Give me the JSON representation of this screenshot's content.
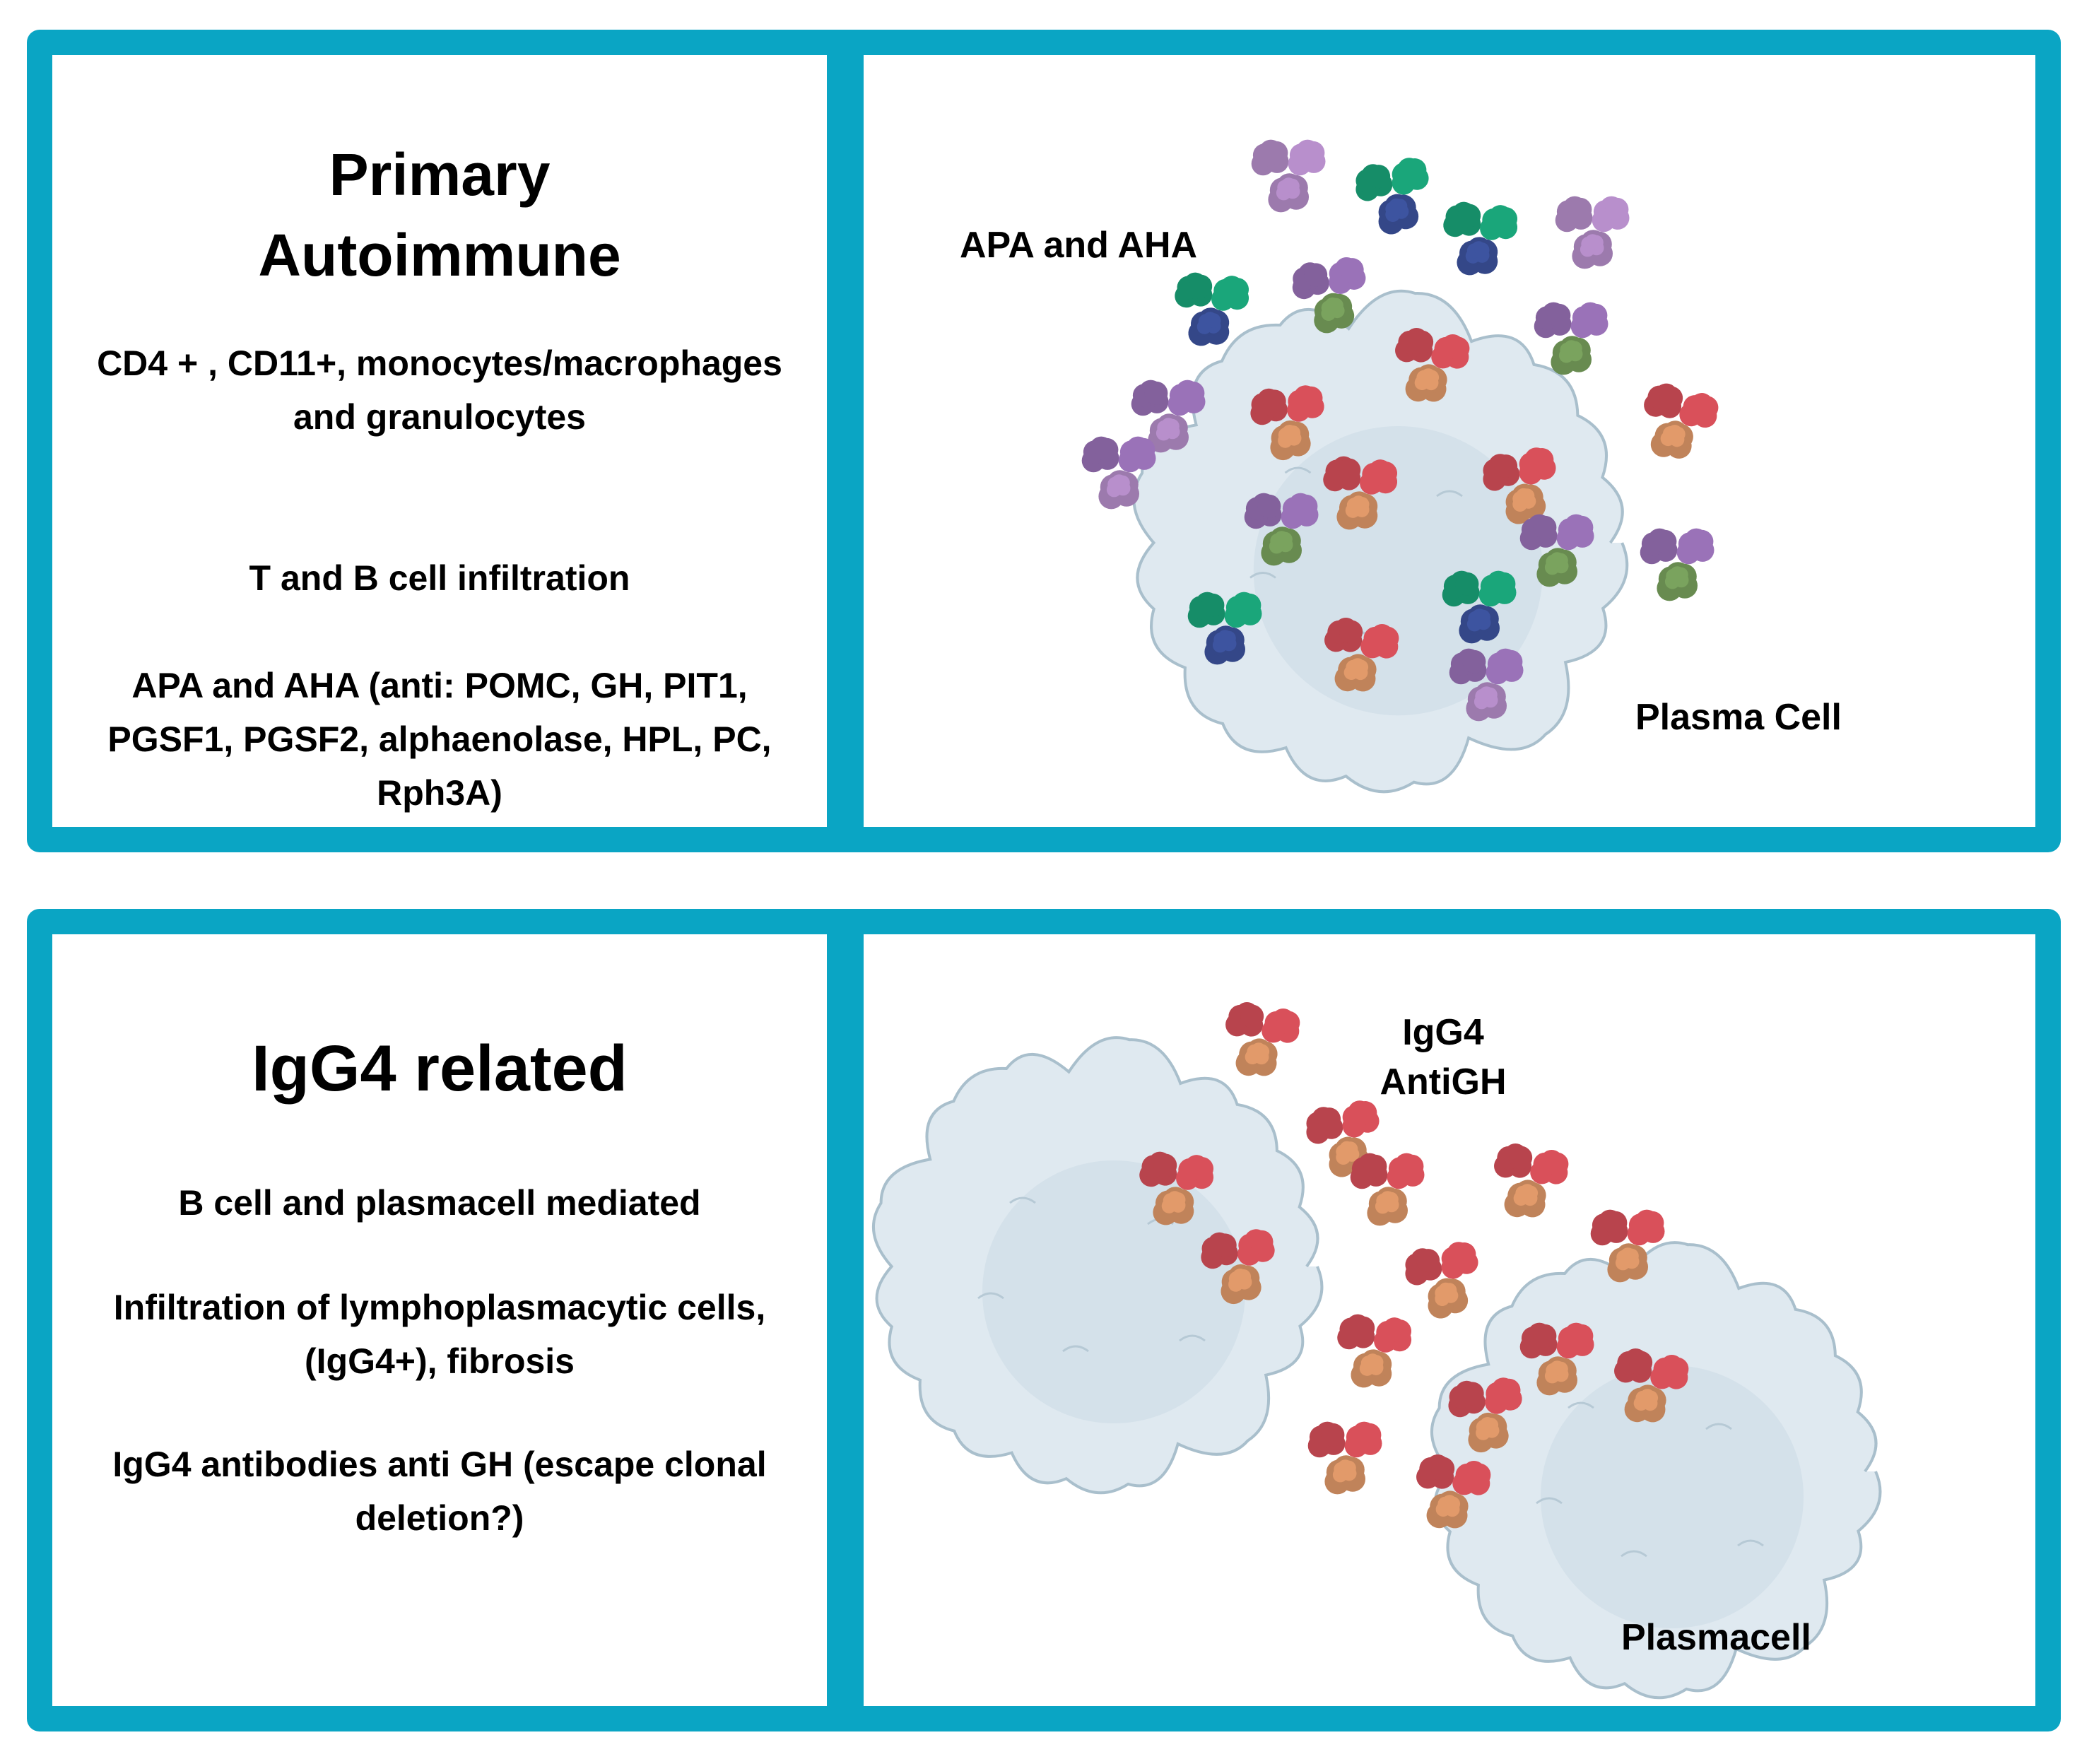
{
  "panels": [
    {
      "title_lines": [
        "Primary",
        "Autoimmune"
      ],
      "paragraphs": [
        "CD4 + , CD11+, monocytes/macrophages and granulocytes",
        "T and B cell infiltration",
        "APA and AHA (anti: POMC, GH, PIT1, PGSF1, PGSF2, alphaenolase, HPL, PC, Rph3A)"
      ],
      "labels": [
        "APA and AHA",
        "Plasma Cell"
      ],
      "cell_icon": "plasma-cell-icon",
      "antibody_icon": "antibody-icon"
    },
    {
      "title_lines": [
        "IgG4 related"
      ],
      "paragraphs": [
        "B cell and plasmacell mediated",
        "Infiltration of lymphoplasmacytic cells, (IgG4+), fibrosis",
        "IgG4 antibodies anti GH (escape clonal deletion?)"
      ],
      "labels": [
        "IgG4",
        "AntiGH",
        "Plasmacell"
      ],
      "cell_icon": "plasma-cell-icon",
      "antibody_icon": "antibody-icon"
    }
  ],
  "colors": {
    "frame": "#0aa5c4",
    "antibody_purple": "#9a72b8",
    "antibody_green": "#7aa35e",
    "antibody_blue_green": "#3d54a0",
    "antibody_red": "#d9505a",
    "cell": "#dfe9f0"
  }
}
